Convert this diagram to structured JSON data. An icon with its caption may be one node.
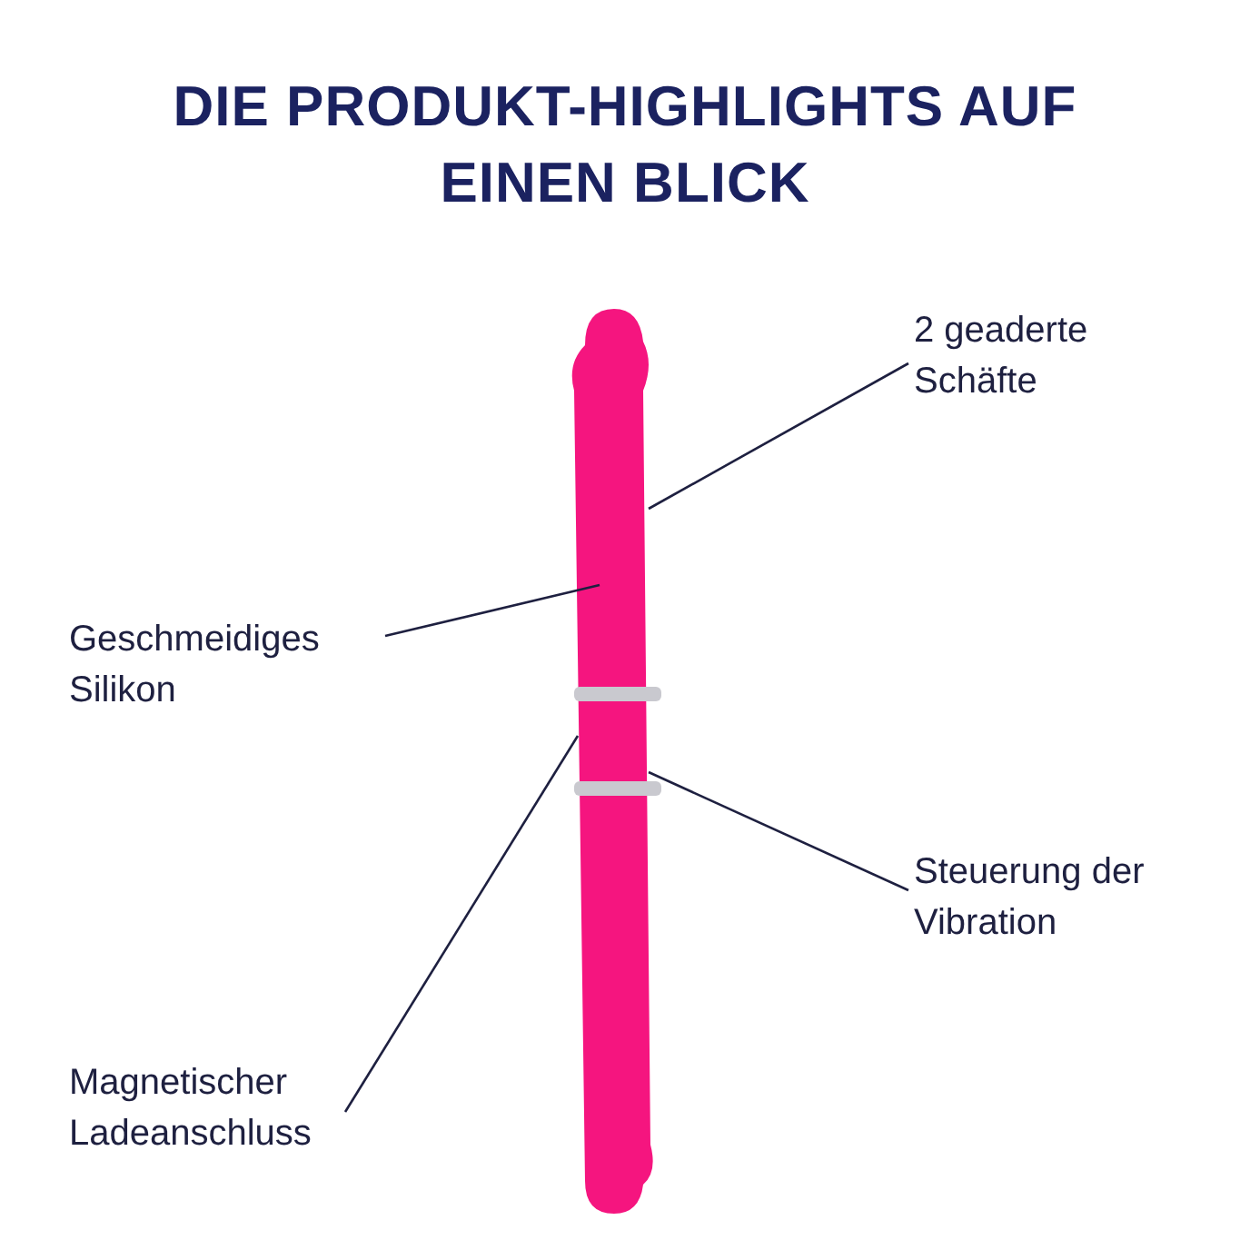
{
  "diagram": {
    "title": "DIE PRODUKT-HIGHLIGHTS AUF EINEN BLICK",
    "nodes": [
      {
        "text": [
          "2 geaderte Schäfte"
        ]
      },
      {
        "text": [
          "Geschmeidiges Silikon"
        ]
      },
      {
        "text": [
          "Steuerung der Vibration"
        ]
      },
      {
        "text": [
          "Magnetischer Ladeanschluss"
        ]
      }
    ],
    "edges": [
      {
        "from": 0,
        "to": null,
        "arrow": "none"
      },
      {
        "from": 1,
        "to": null,
        "arrow": "none"
      },
      {
        "from": 2,
        "to": null,
        "arrow": "none"
      },
      {
        "from": 3,
        "to": null,
        "arrow": "none"
      }
    ]
  }
}
